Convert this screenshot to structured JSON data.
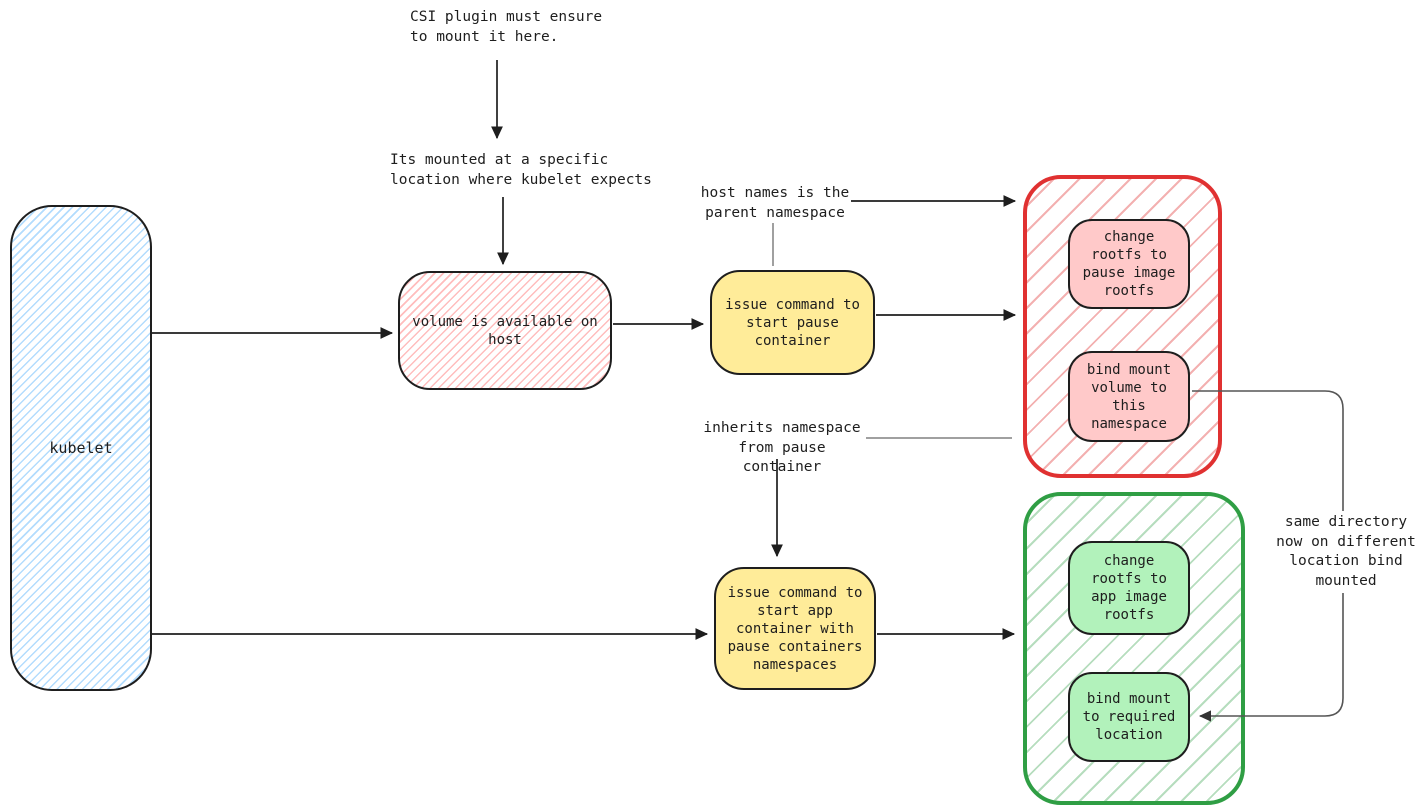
{
  "diagram": {
    "subject": "kubelet CSI volume mount flow with pause and app containers",
    "colors": {
      "ink": "#1e1e1e",
      "yellow_fill": "#ffec99",
      "pink_fill": "#ffc9c9",
      "green_fill": "#b2f2bb",
      "red_group_border": "#e03131",
      "green_group_border": "#2f9e44",
      "blue_hatch": "#74c0fc",
      "gray_line": "#808080"
    },
    "nodes": {
      "kubelet": {
        "label": "kubelet"
      },
      "volume_available": {
        "label": "volume is available on\nhost"
      },
      "start_pause": {
        "label": "issue command to\nstart pause\ncontainer"
      },
      "start_app": {
        "label": "issue command to\nstart app\ncontainer with\npause containers\nnamespaces"
      },
      "change_rootfs_pause": {
        "label": "change\nrootfs to\npause image\nrootfs"
      },
      "bind_mount_namespace": {
        "label": "bind mount\nvolume to\nthis\nnamespace"
      },
      "change_rootfs_app": {
        "label": "change\nrootfs to\napp image\nrootfs"
      },
      "bind_mount_location": {
        "label": "bind mount\nto required\nlocation"
      }
    },
    "groups": {
      "pause_container_group": {
        "border": "#e03131",
        "children": [
          "change_rootfs_pause",
          "bind_mount_namespace"
        ]
      },
      "app_container_group": {
        "border": "#2f9e44",
        "children": [
          "change_rootfs_app",
          "bind_mount_location"
        ]
      }
    },
    "annotations": {
      "csi_plugin": "CSI plugin must ensure\nto mount it here.",
      "mount_location": "Its mounted at a specific\nlocation where kubelet expects",
      "host_names": "host names is the\nparent namespace",
      "inherits_namespace": "inherits namespace\nfrom pause container",
      "same_directory": "same directory\nnow on different\nlocation bind\nmounted"
    },
    "edges": [
      {
        "from": "csi_plugin_note",
        "to": "mount_location_note",
        "arrow": true
      },
      {
        "from": "mount_location_note",
        "to": "volume_available",
        "arrow": true
      },
      {
        "from": "kubelet",
        "to": "volume_available",
        "arrow": true
      },
      {
        "from": "volume_available",
        "to": "start_pause",
        "arrow": true
      },
      {
        "from": "start_pause",
        "to": "pause_container_group",
        "arrow": true
      },
      {
        "from": "host_names_note",
        "to": "pause_container_group",
        "arrow": true
      },
      {
        "from": "host_names_note",
        "to": "start_pause",
        "arrow": false
      },
      {
        "from": "inherits_namespace_note",
        "to": "pause_container_group",
        "arrow": false
      },
      {
        "from": "inherits_namespace_note",
        "to": "start_app",
        "arrow": true
      },
      {
        "from": "kubelet",
        "to": "start_app",
        "arrow": true
      },
      {
        "from": "start_app",
        "to": "app_container_group",
        "arrow": true
      },
      {
        "from": "bind_mount_namespace",
        "to": "bind_mount_location",
        "arrow": true,
        "via": "same_directory_note"
      }
    ]
  }
}
